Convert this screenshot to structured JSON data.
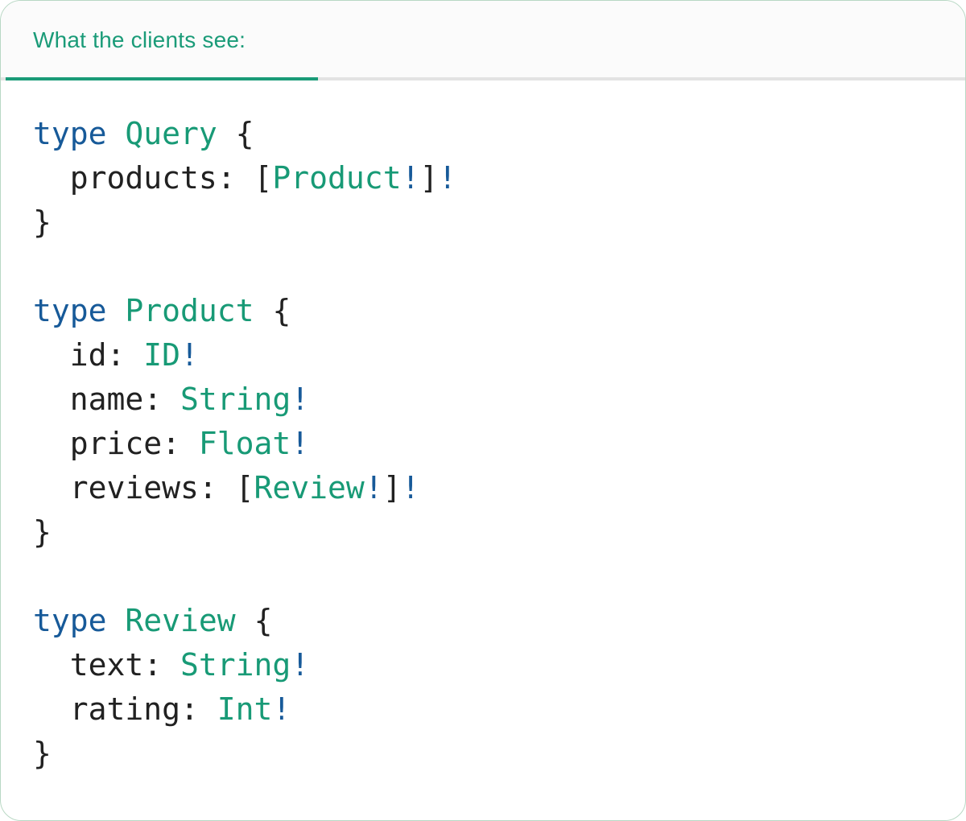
{
  "tab": {
    "label": "What the clients see:"
  },
  "colors": {
    "accent": "#1a9b78",
    "keyword": "#175a99",
    "typename": "#189a76",
    "text": "#212121",
    "divider": "#e3e3e3",
    "card_border": "#b8d8c4",
    "tabbar_bg": "#fbfbfb"
  },
  "code": {
    "language": "graphql",
    "lines": [
      [
        {
          "t": "type",
          "c": "keyword"
        },
        {
          "t": " ",
          "c": "plain"
        },
        {
          "t": "Query",
          "c": "typename"
        },
        {
          "t": " {",
          "c": "plain"
        }
      ],
      [
        {
          "t": "  products: [",
          "c": "plain"
        },
        {
          "t": "Product",
          "c": "typename"
        },
        {
          "t": "!",
          "c": "nonnull"
        },
        {
          "t": "]",
          "c": "plain"
        },
        {
          "t": "!",
          "c": "nonnull"
        }
      ],
      [
        {
          "t": "}",
          "c": "plain"
        }
      ],
      [],
      [
        {
          "t": "type",
          "c": "keyword"
        },
        {
          "t": " ",
          "c": "plain"
        },
        {
          "t": "Product",
          "c": "typename"
        },
        {
          "t": " {",
          "c": "plain"
        }
      ],
      [
        {
          "t": "  id: ",
          "c": "plain"
        },
        {
          "t": "ID",
          "c": "typename"
        },
        {
          "t": "!",
          "c": "nonnull"
        }
      ],
      [
        {
          "t": "  name: ",
          "c": "plain"
        },
        {
          "t": "String",
          "c": "typename"
        },
        {
          "t": "!",
          "c": "nonnull"
        }
      ],
      [
        {
          "t": "  price: ",
          "c": "plain"
        },
        {
          "t": "Float",
          "c": "typename"
        },
        {
          "t": "!",
          "c": "nonnull"
        }
      ],
      [
        {
          "t": "  reviews: [",
          "c": "plain"
        },
        {
          "t": "Review",
          "c": "typename"
        },
        {
          "t": "!",
          "c": "nonnull"
        },
        {
          "t": "]",
          "c": "plain"
        },
        {
          "t": "!",
          "c": "nonnull"
        }
      ],
      [
        {
          "t": "}",
          "c": "plain"
        }
      ],
      [],
      [
        {
          "t": "type",
          "c": "keyword"
        },
        {
          "t": " ",
          "c": "plain"
        },
        {
          "t": "Review",
          "c": "typename"
        },
        {
          "t": " {",
          "c": "plain"
        }
      ],
      [
        {
          "t": "  text: ",
          "c": "plain"
        },
        {
          "t": "String",
          "c": "typename"
        },
        {
          "t": "!",
          "c": "nonnull"
        }
      ],
      [
        {
          "t": "  rating: ",
          "c": "plain"
        },
        {
          "t": "Int",
          "c": "typename"
        },
        {
          "t": "!",
          "c": "nonnull"
        }
      ],
      [
        {
          "t": "}",
          "c": "plain"
        }
      ]
    ]
  }
}
